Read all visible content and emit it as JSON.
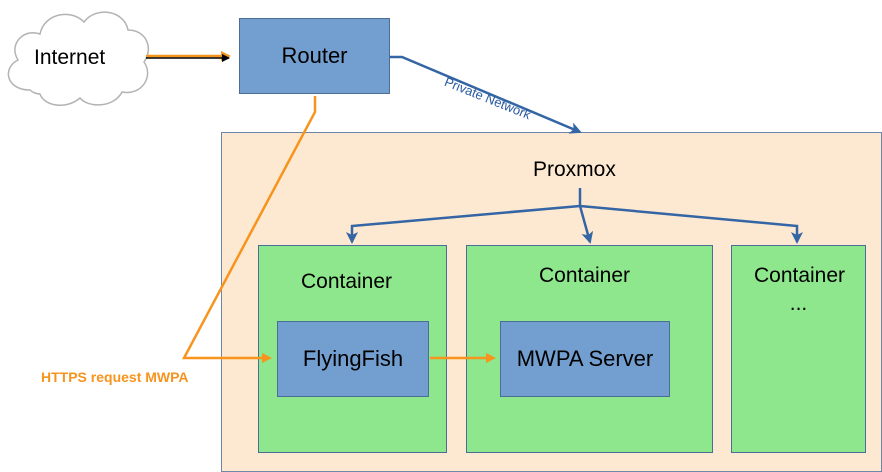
{
  "nodes": {
    "internet": "Internet",
    "router": "Router",
    "proxmox": "Proxmox",
    "container_1": "Container",
    "container_2": "Container",
    "container_3": "Container",
    "container_3_more": "...",
    "flyingfish": "FlyingFish",
    "mwpa_server": "MWPA Server"
  },
  "edges": {
    "private_network": "Private Network",
    "https_request": "HTTPS request MWPA"
  },
  "colors": {
    "router_box": "#729fcf",
    "container_box": "#8ee78c",
    "proxmox_area": "#fde9d1",
    "network_line": "#3465a4",
    "request_line": "#f7941d"
  }
}
